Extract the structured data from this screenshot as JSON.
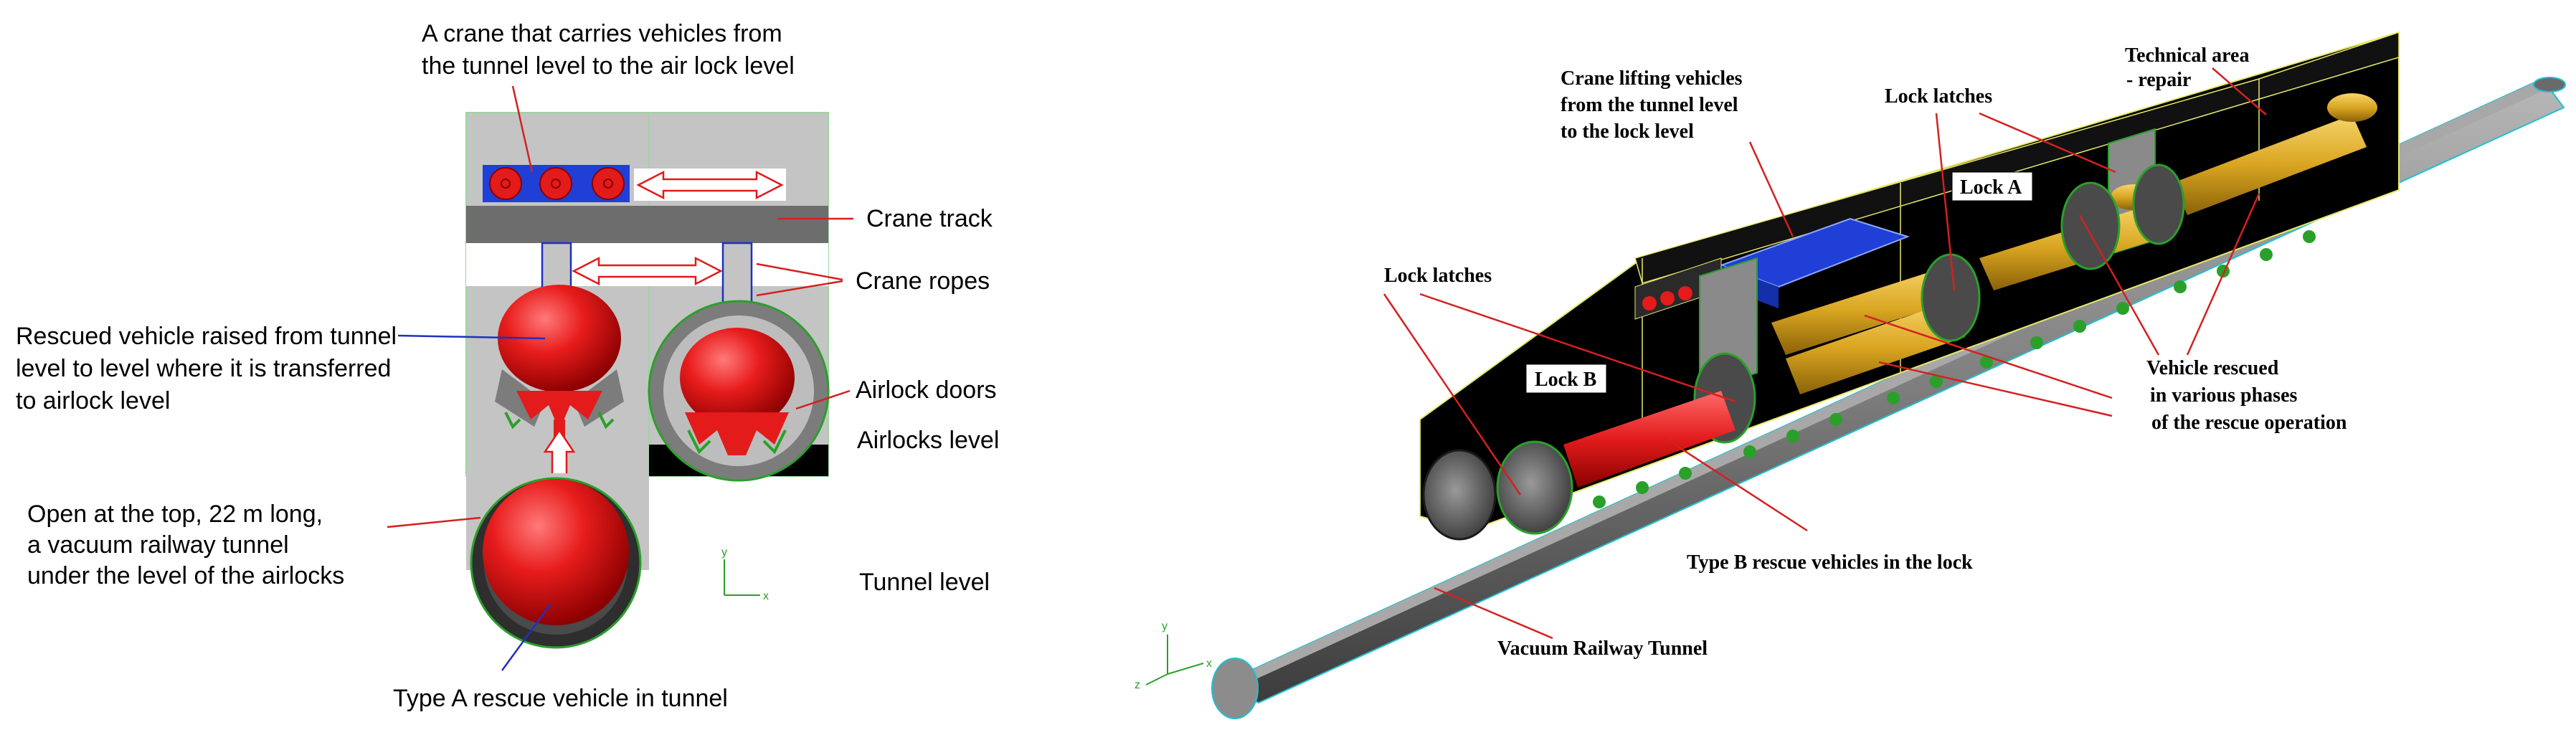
{
  "left_diagram": {
    "crane_caption_line1": "A crane that carries vehicles from",
    "crane_caption_line2": "the tunnel level to the air lock level",
    "crane_track": "Crane track",
    "crane_ropes": "Crane ropes",
    "rescued_line1": "Rescued vehicle raised from tunnel",
    "rescued_line2": "level to level where it is transferred",
    "rescued_line3": "to airlock level",
    "airlock_doors": "Airlock doors",
    "airlocks_level": "Airlocks level",
    "open_line1": "Open at the top, 22 m long,",
    "open_line2": "a vacuum railway tunnel",
    "open_line3": "under the level of the airlocks",
    "tunnel_level": "Tunnel level",
    "type_a": "Type A rescue vehicle in tunnel",
    "axis_y": "y",
    "axis_x": "x"
  },
  "right_diagram": {
    "crane_line1": "Crane lifting vehicles",
    "crane_line2": "from the tunnel level",
    "crane_line3": "to the lock level",
    "lock_latches_top": "Lock latches",
    "technical_line1": "Technical area",
    "technical_line2": "- repair",
    "lock_a": "Lock A",
    "lock_latches_left": "Lock latches",
    "lock_b": "Lock B",
    "vehicle_line1": "Vehicle rescued",
    "vehicle_line2": "in various phases",
    "vehicle_line3": "of the rescue operation",
    "type_b": "Type B rescue vehicles in the lock",
    "vacuum_tunnel": "Vacuum Railway Tunnel",
    "axis_y": "y",
    "axis_x": "x",
    "axis_z": "z"
  },
  "colors": {
    "vehicle_red": "#e31b1b",
    "vehicle_gold": "#d9a521",
    "crane_blue": "#1f3fd6",
    "pointer_red": "#d42020",
    "pointer_blue": "#2030c0",
    "wall_gray": "#c4c4c4",
    "track_gray": "#6d6d6d",
    "block_black": "#000000",
    "latch_green": "#2aa02a"
  }
}
